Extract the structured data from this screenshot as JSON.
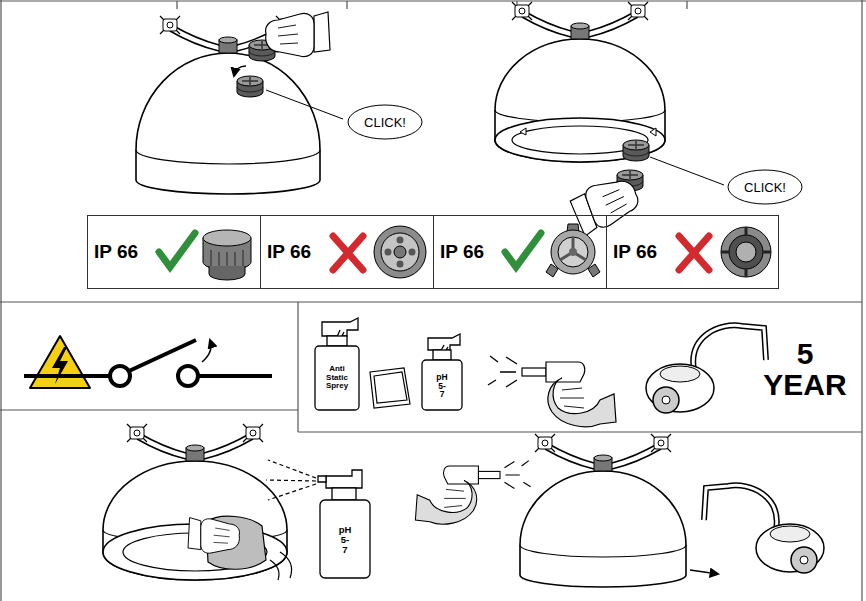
{
  "diagram": {
    "nodes": [
      {
        "text": [
          "CLICK!"
        ]
      },
      {
        "text": [
          "CLICK!"
        ]
      },
      {
        "text": [
          "IP 66"
        ]
      },
      {
        "text": [
          "IP 66"
        ]
      },
      {
        "text": [
          "IP 66"
        ]
      },
      {
        "text": [
          "IP 66"
        ]
      }
    ],
    "labels": [
      "Anti Static Sprey",
      "pH 5-7",
      "5 YEAR",
      "pH 5-7"
    ]
  }
}
